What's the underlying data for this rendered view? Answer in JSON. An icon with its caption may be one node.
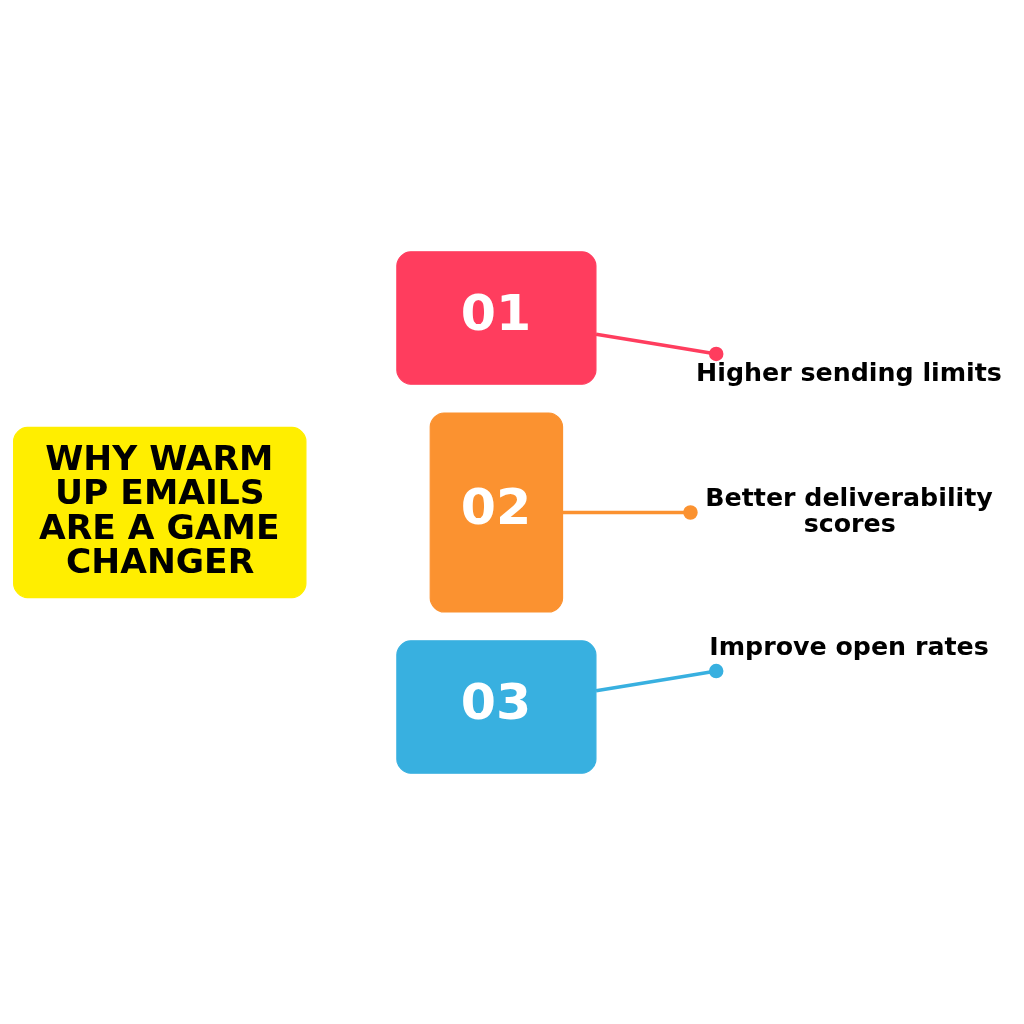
{
  "diagram": {
    "nodes": [
      {
        "text": [
          "WHY WARM UP EMAILS ARE A GAME CHANGER"
        ]
      },
      {
        "text": [
          "01"
        ]
      },
      {
        "text": [
          "02"
        ]
      },
      {
        "text": [
          "03"
        ]
      },
      {
        "text": [
          "Higher sending limits"
        ]
      },
      {
        "text": [
          "Better deliverability scores"
        ]
      },
      {
        "text": [
          "Improve open rates"
        ]
      }
    ],
    "edges": [
      {
        "from": 1,
        "to": 4,
        "arrow": "other",
        "color": "#ff3d5e"
      },
      {
        "from": 2,
        "to": 5,
        "arrow": "other",
        "color": "#fb9230"
      },
      {
        "from": 3,
        "to": 6,
        "arrow": "other",
        "color": "#38b0e0"
      }
    ]
  }
}
